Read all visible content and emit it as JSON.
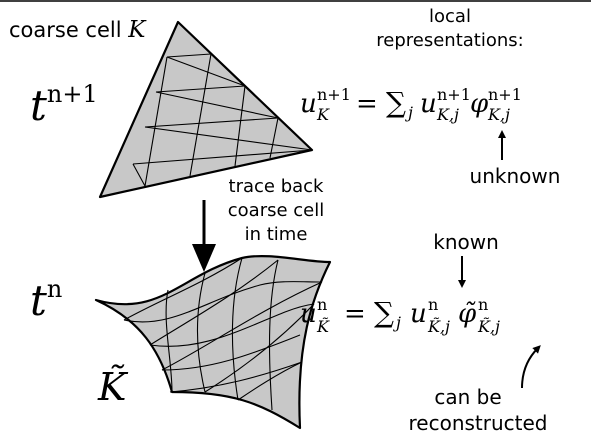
{
  "top_label": {
    "prefix": "coarse cell",
    "cell_symbol": "K"
  },
  "header": {
    "line1": "local",
    "line2": "representations:"
  },
  "time_top": {
    "base": "t",
    "sup": "n+1"
  },
  "time_bottom": {
    "base": "t",
    "sup": "n"
  },
  "eq_top": {
    "lhs": "u",
    "lhs_sup": "n+1",
    "lhs_sub": "K",
    "sum": "∑",
    "sum_sub": "j",
    "coef": "u",
    "coef_sup": "n+1",
    "coef_sub": "K,j",
    "basis": "φ",
    "basis_sup": "n+1",
    "basis_sub": "K,j"
  },
  "eq_bottom": {
    "lhs": "u",
    "lhs_sup": "n",
    "lhs_sub": "K̃",
    "sum": "∑",
    "sum_sub": "j",
    "coef": "u",
    "coef_sup": "n",
    "coef_sub": "K̃,j",
    "basis": "φ̃",
    "basis_sup": "n",
    "basis_sub": "K̃,j"
  },
  "unknown_label": "unknown",
  "trace_label": {
    "line1": "trace back",
    "line2": "coarse cell",
    "line3": "in time"
  },
  "known_label": "known",
  "reconstruct_label": {
    "line1": "can be",
    "line2": "reconstructed"
  },
  "bottom_cell_label": "K̃"
}
